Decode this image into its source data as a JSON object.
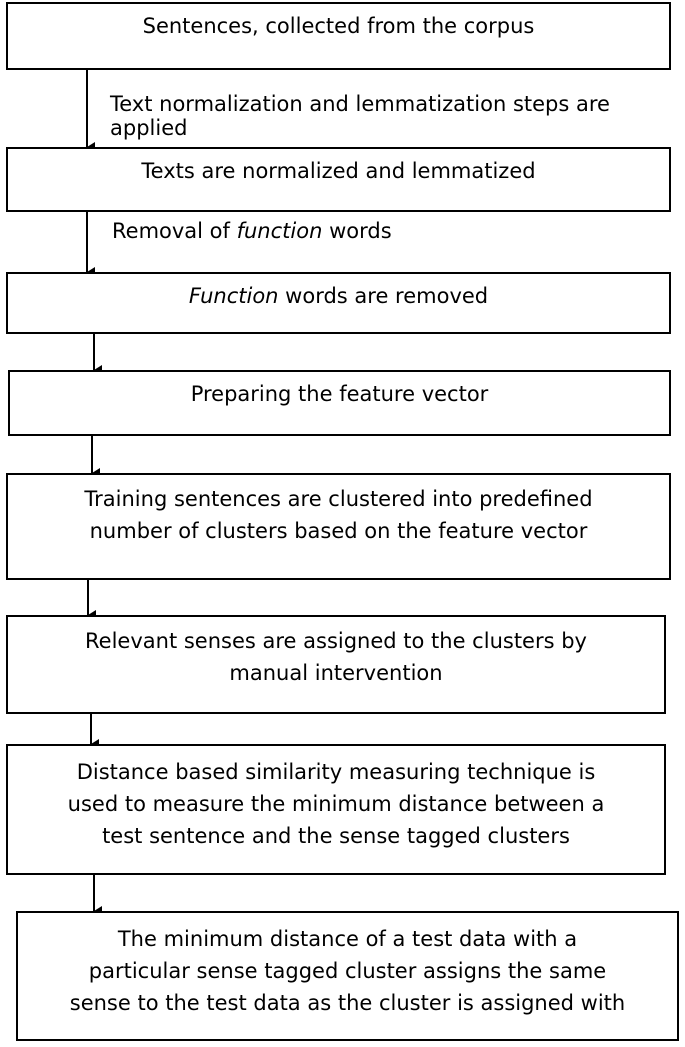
{
  "steps": [
    {
      "lines": [
        "Sentences, collected from the corpus"
      ]
    },
    {
      "lines": [
        "Texts are normalized and lemmatized"
      ]
    },
    {
      "prefix_italic": "Function",
      "rest": " words are removed"
    },
    {
      "lines": [
        "Preparing the feature vector"
      ]
    },
    {
      "lines": [
        "Training sentences are clustered into predefined",
        "number of clusters based on the feature vector"
      ]
    },
    {
      "lines": [
        "Relevant senses are assigned to the clusters by",
        "manual intervention"
      ]
    },
    {
      "lines": [
        "Distance based similarity measuring technique is",
        "used to measure the minimum distance between a",
        "test sentence and the sense tagged clusters"
      ]
    },
    {
      "lines": [
        "The minimum distance of a test data with a",
        "particular sense tagged cluster assigns the same",
        "sense to the test data as the cluster is assigned with"
      ]
    }
  ],
  "edge_labels": [
    {
      "lines": [
        "Text normalization and lemmatization steps are",
        "applied"
      ]
    },
    {
      "before": "Removal of ",
      "italic": "function",
      "after": " words"
    }
  ]
}
